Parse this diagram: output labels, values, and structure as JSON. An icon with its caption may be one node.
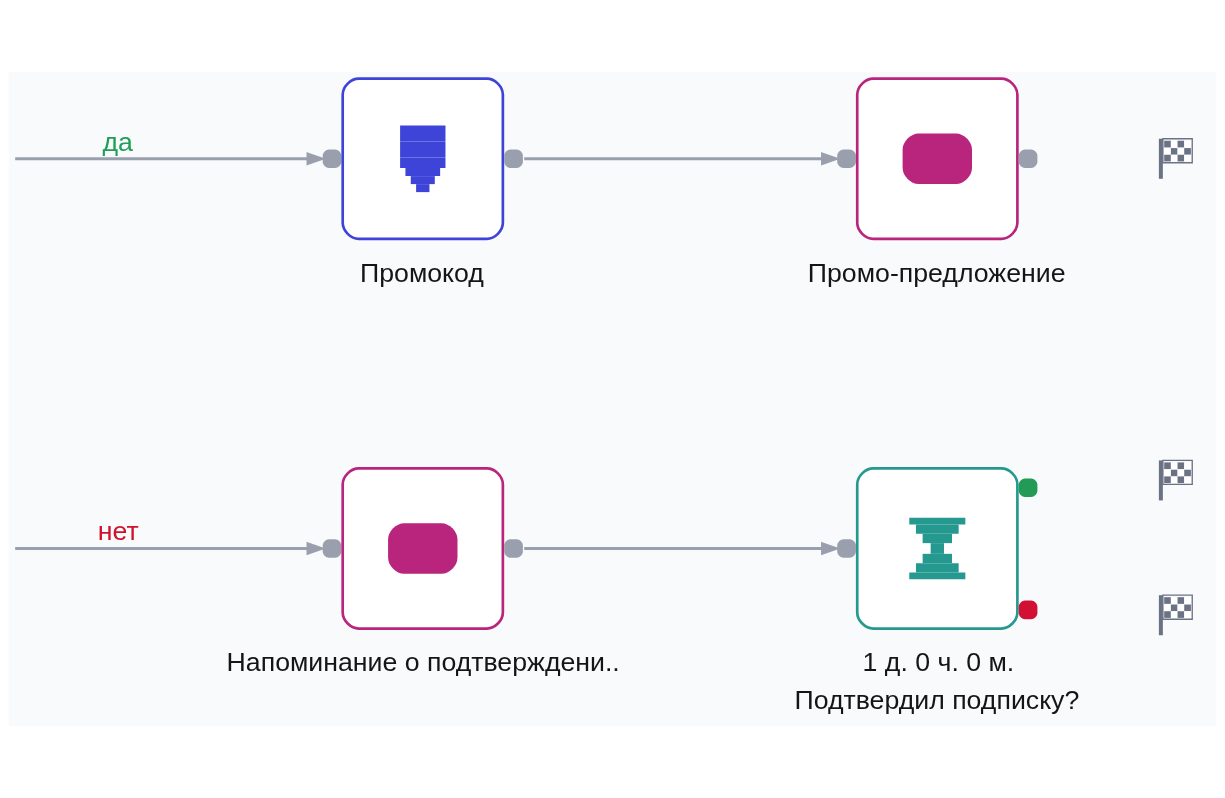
{
  "diagram": {
    "nodes": [
      {
        "text": [
          "Промокод"
        ]
      },
      {
        "text": [
          "Промо-предложение"
        ]
      },
      {
        "text": [],
        "shape": "flag"
      },
      {
        "text": [
          "Напоминание о подтверждени.."
        ]
      },
      {
        "text": [
          "1 д. 0 ч. 0 м.",
          "Подтвердил подписку?"
        ]
      },
      {
        "text": [],
        "shape": "flag"
      },
      {
        "text": [],
        "shape": "flag"
      }
    ],
    "edges": [
      {
        "from": null,
        "to": 0,
        "arrow": "to",
        "label": "да"
      },
      {
        "from": 0,
        "to": 1,
        "arrow": "to"
      },
      {
        "from": null,
        "to": 3,
        "arrow": "to",
        "label": "нет"
      },
      {
        "from": 3,
        "to": 4,
        "arrow": "to"
      }
    ]
  }
}
